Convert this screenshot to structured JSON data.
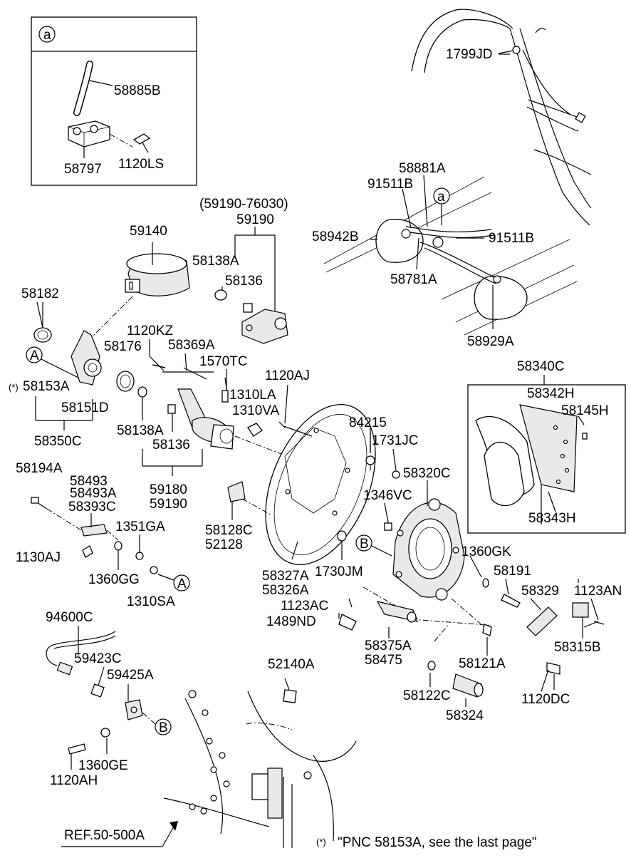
{
  "labels": {
    "p58885B": "58885B",
    "p58797": "58797",
    "p1120LS": "1120LS",
    "p1799JD": "1799JD",
    "p58881A": "58881A",
    "p91511B_a": "91511B",
    "p58942B": "58942B",
    "p91511B_b": "91511B",
    "p58781A": "58781A",
    "p58929A": "58929A",
    "p59190_76030": "(59190-76030)",
    "p59190_top": "59190",
    "p59140": "59140",
    "p58138A_top": "58138A",
    "p58136_top": "58136",
    "p58182": "58182",
    "p1120KZ": "1120KZ",
    "p58369A": "58369A",
    "p58176": "58176",
    "p1570TC": "1570TC",
    "p58153A": "58153A",
    "p58151D": "58151D",
    "p1310LA": "1310LA",
    "p1310VA": "1310VA",
    "p1120AJ": "1120AJ",
    "p58350C": "58350C",
    "p58138A_mid": "58138A",
    "p58136_mid": "58136",
    "p84215": "84215",
    "p1731JC": "1731JC",
    "p58320C": "58320C",
    "p58194A": "58194A",
    "p58493": "58493",
    "p58493A": "58493A",
    "p58393C": "58393C",
    "p59180": "59180",
    "p59190_mid": "59190",
    "p58128C": "58128C",
    "p52128": "52128",
    "p1346VC": "1346VC",
    "p1351GA": "1351GA",
    "p1130AJ": "1130AJ",
    "p1360GG": "1360GG",
    "p1310SA": "1310SA",
    "p58327A": "58327A",
    "p58326A": "58326A",
    "p1730JM": "1730JM",
    "p1360GK": "1360GK",
    "p58191": "58191",
    "p58329": "58329",
    "p1123AN": "1123AN",
    "p1123AC": "1123AC",
    "p1489ND": "1489ND",
    "p58340C": "58340C",
    "p58342H": "58342H",
    "p58145H": "58145H",
    "p58343H": "58343H",
    "p94600C": "94600C",
    "p59423C": "59423C",
    "p59425A": "59425A",
    "p58375A": "58375A",
    "p58475": "58475",
    "p58121A": "58121A",
    "p52140A": "52140A",
    "p58315B": "58315B",
    "p58122C": "58122C",
    "p58324": "58324",
    "p1120DC": "1120DC",
    "p1360GE": "1360GE",
    "p1120AH": "1120AH",
    "ref": "REF.50-500A"
  },
  "callouts": {
    "inset_a": "a",
    "a_mid": "a",
    "A_left": "A",
    "A_lower": "A",
    "B_mid": "B",
    "B_lower": "B",
    "star": "(*)"
  },
  "footnote": "\"PNC 58153A, see the last page\""
}
